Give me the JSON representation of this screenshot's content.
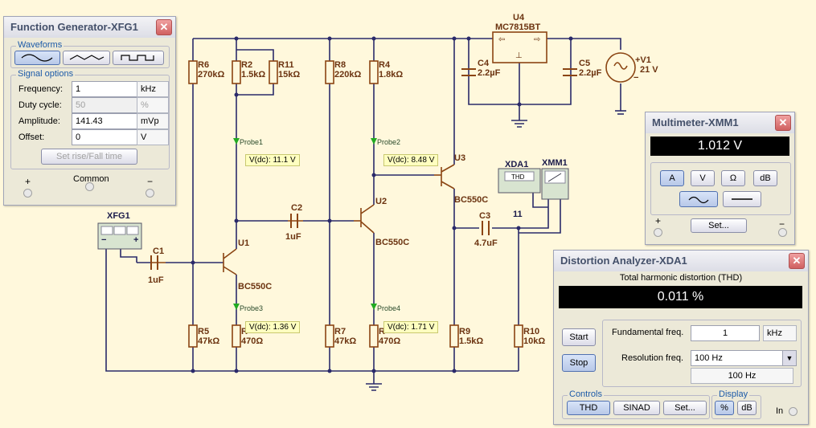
{
  "schematic": {
    "components": {
      "R6": {
        "name": "R6",
        "value": "270kΩ"
      },
      "R2": {
        "name": "R2",
        "value": "1.5kΩ"
      },
      "R11": {
        "name": "R11",
        "value": "15kΩ"
      },
      "R8": {
        "name": "R8",
        "value": "220kΩ"
      },
      "R4": {
        "name": "R4",
        "value": "1.8kΩ"
      },
      "R5": {
        "name": "R5",
        "value": "47kΩ"
      },
      "R1": {
        "name": "R",
        "value": "470Ω"
      },
      "R7": {
        "name": "R7",
        "value": "47kΩ"
      },
      "R3": {
        "name": "R",
        "value": "470Ω"
      },
      "R9": {
        "name": "R9",
        "value": "1.5kΩ"
      },
      "R10": {
        "name": "R10",
        "value": "10kΩ"
      },
      "C1": {
        "name": "C1",
        "value": "1uF"
      },
      "C2": {
        "name": "C2",
        "value": "1uF"
      },
      "C3": {
        "name": "C3",
        "value": "4.7uF"
      },
      "C4": {
        "name": "C4",
        "value": "2.2µF"
      },
      "C5": {
        "name": "C5",
        "value": "2.2µF"
      },
      "U1": {
        "name": "U1",
        "value": "BC550C"
      },
      "U2": {
        "name": "U2",
        "value": "BC550C"
      },
      "U3": {
        "name": "U3",
        "value": "BC550C"
      },
      "U4": {
        "name": "U4",
        "value": "MC7815BT"
      },
      "V1": {
        "name": "+V1",
        "value": "21 V",
        "minus": "−"
      },
      "XFG1": {
        "name": "XFG1",
        "plus": "+",
        "minus": "−"
      },
      "XDA1": {
        "name": "XDA1",
        "label": "THD"
      },
      "XMM1": {
        "name": "XMM1"
      },
      "net11": "11"
    },
    "probes": [
      {
        "name": "Probe1",
        "value": "V(dc): 11.1 V"
      },
      {
        "name": "Probe2",
        "value": "V(dc): 8.48 V"
      },
      {
        "name": "Probe3",
        "value": "V(dc): 1.36 V"
      },
      {
        "name": "Probe4",
        "value": "V(dc): 1.71 V"
      }
    ]
  },
  "function_generator": {
    "title": "Function Generator-XFG1",
    "waveforms_label": "Waveforms",
    "signal_options_label": "Signal options",
    "frequency": {
      "label": "Frequency:",
      "value": "1",
      "unit": "kHz"
    },
    "duty_cycle": {
      "label": "Duty cycle:",
      "value": "50",
      "unit": "%"
    },
    "amplitude": {
      "label": "Amplitude:",
      "value": "141.43",
      "unit": "mVp"
    },
    "offset": {
      "label": "Offset:",
      "value": "0",
      "unit": "V"
    },
    "rise_fall_button": "Set rise/Fall time",
    "plus": "+",
    "common": "Common",
    "minus": "−",
    "selected_waveform": "sine"
  },
  "multimeter": {
    "title": "Multimeter-XMM1",
    "reading": "1.012 V",
    "buttons": [
      "A",
      "V",
      "Ω",
      "dB"
    ],
    "active_button": "A",
    "set_button": "Set...",
    "plus": "+",
    "minus": "−"
  },
  "distortion_analyzer": {
    "title": "Distortion Analyzer-XDA1",
    "heading": "Total harmonic distortion (THD)",
    "reading": "0.011 %",
    "start_button": "Start",
    "stop_button": "Stop",
    "fundamental_label": "Fundamental freq.",
    "fundamental_value": "1",
    "fundamental_unit": "kHz",
    "resolution_label": "Resolution freq.",
    "resolution_value": "100 Hz",
    "resolution_readout": "100 Hz",
    "controls_label": "Controls",
    "thd_button": "THD",
    "sinad_button": "SINAD",
    "set_button": "Set...",
    "display_label": "Display",
    "percent_button": "%",
    "db_button": "dB",
    "in_label": "In"
  },
  "colors": {
    "background": "#fff8dc",
    "wire": "#2a2a6a",
    "component": "#8b4513",
    "probe": "#22aa22",
    "lcd": "#000000"
  }
}
